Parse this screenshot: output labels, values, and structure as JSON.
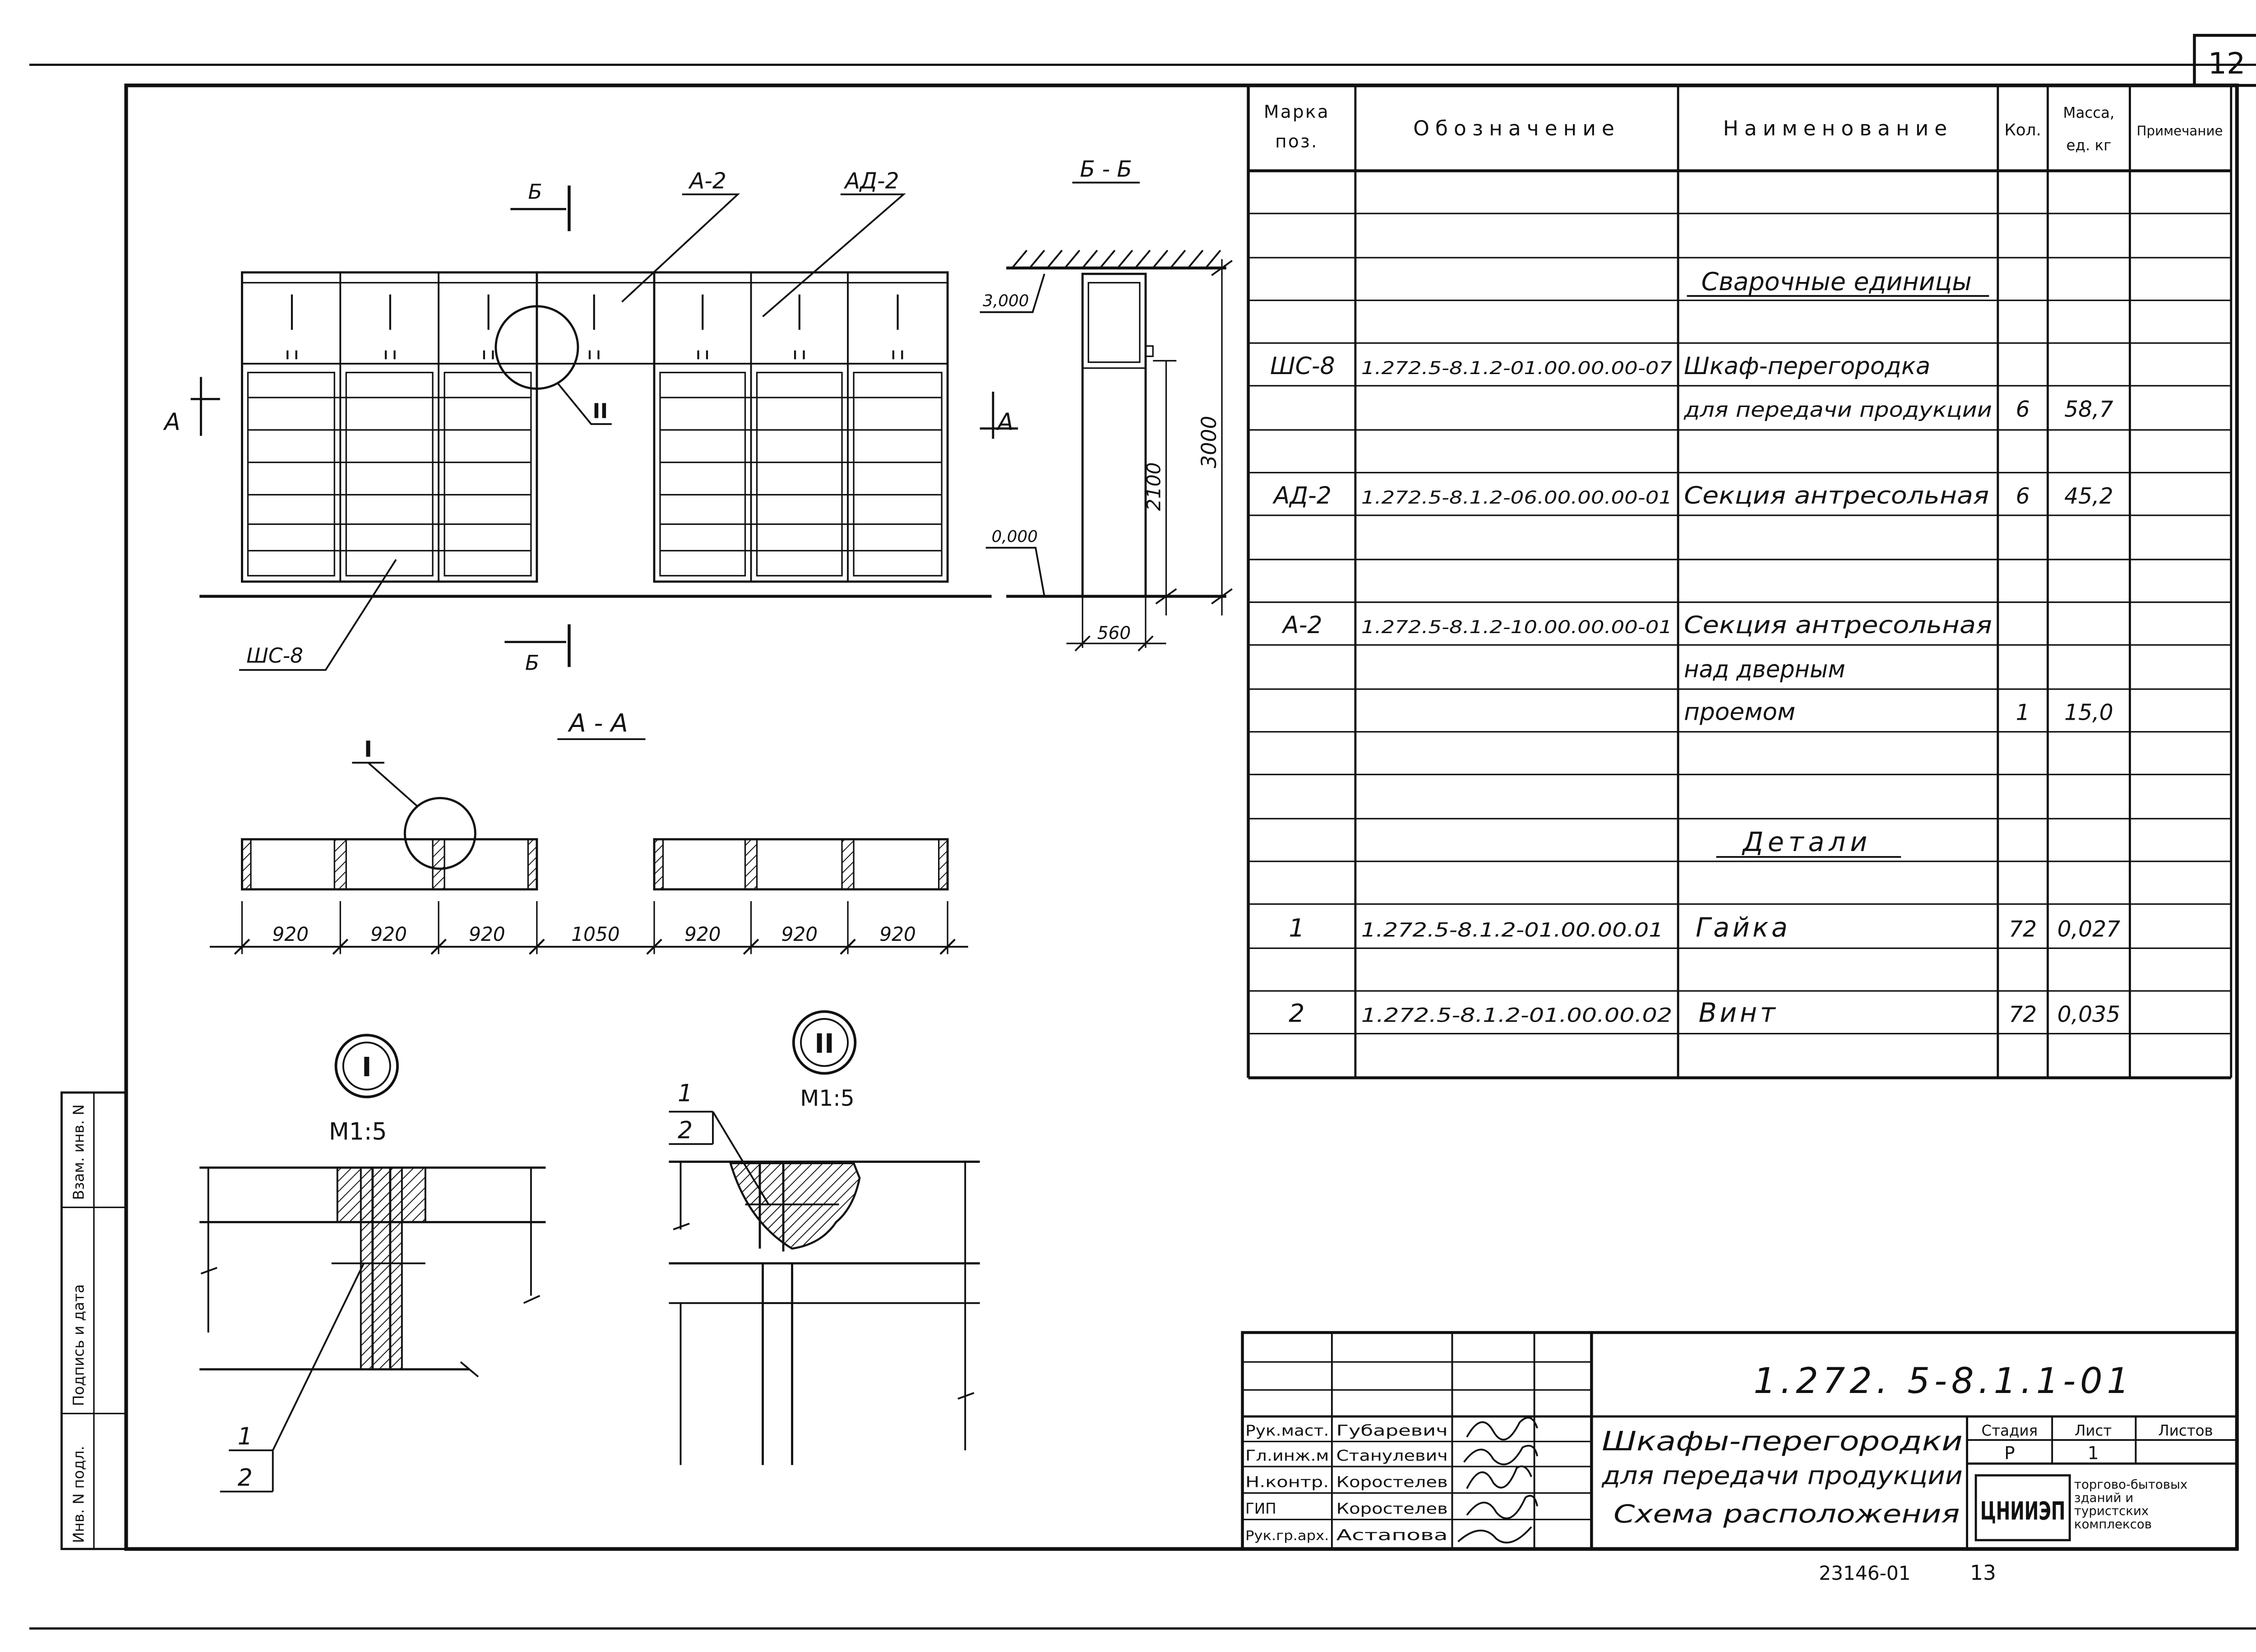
{
  "sheet_number": "12",
  "spec_table": {
    "headers": {
      "mark_l1": "Марка",
      "mark_l2": "поз.",
      "designation": "Обозначение",
      "name": "Наименование",
      "qty": "Кол.",
      "mass_l1": "Масса,",
      "mass_l2": "ед. кг",
      "note": "Примечание"
    },
    "section_welded": "Сварочные единицы",
    "section_details": "Детали",
    "rows": [
      {
        "mark": "ШС-8",
        "designation": "1.272.5-8.1.2-01.00.00.00-07",
        "name": [
          "Шкаф-перегородка",
          "для передачи продукции"
        ],
        "qty": "6",
        "mass": "58,7"
      },
      {
        "mark": "АД-2",
        "designation": "1.272.5-8.1.2-06.00.00.00-01",
        "name": [
          "Секция антресольная"
        ],
        "qty": "6",
        "mass": "45,2"
      },
      {
        "mark": "А-2",
        "designation": "1.272.5-8.1.2-10.00.00.00-01",
        "name": [
          "Секция антресольная",
          "над дверным",
          "проемом"
        ],
        "qty": "1",
        "mass": "15,0"
      },
      {
        "mark": "1",
        "designation": "1.272.5-8.1.2-01.00.00.01",
        "name": [
          "Гайка"
        ],
        "qty": "72",
        "mass": "0,027"
      },
      {
        "mark": "2",
        "designation": "1.272.5-8.1.2-01.00.00.02",
        "name": [
          "Винт"
        ],
        "qty": "72",
        "mass": "0,035"
      }
    ]
  },
  "drawing": {
    "elevation": {
      "callout_a2": "А-2",
      "callout_ad2": "АД-2",
      "callout_shc8": "ШС-8",
      "cut_b": "Б",
      "cut_a": "А",
      "node_ii": "II"
    },
    "section_bb": {
      "title": "Б - Б",
      "level_top": "3,000",
      "level_zero": "0,000",
      "dim_2100": "2100",
      "dim_3000": "3000",
      "dim_560": "560"
    },
    "section_aa": {
      "title": "А - А",
      "node_i": "I",
      "dims": [
        "920",
        "920",
        "920",
        "1050",
        "920",
        "920",
        "920"
      ]
    },
    "detail_i": {
      "label": "I",
      "scale": "М1:5",
      "leader_1": "1",
      "leader_2": "2"
    },
    "detail_ii": {
      "label": "II",
      "scale": "М1:5",
      "leader_1": "1",
      "leader_2": "2"
    }
  },
  "left_strip": [
    "Инв. N подл.",
    "Подпись и дата",
    "Взам. инв. N"
  ],
  "title_block": {
    "code": "1.272. 5-8.1.1-01",
    "signers": [
      {
        "role": "Рук.маст.",
        "name": "Губаревич"
      },
      {
        "role": "Гл.инж.м",
        "name": "Станулевич"
      },
      {
        "role": "Н.контр.",
        "name": "Коростелев"
      },
      {
        "role": "ГИП",
        "name": "Коростелев"
      },
      {
        "role": "Рук.гр.арх.",
        "name": "Астапова"
      }
    ],
    "title_l1": "Шкафы-перегородки",
    "title_l2": "для передачи продукции",
    "title_l3": "Схема расположения",
    "stage_label": "Стадия",
    "sheet_label": "Лист",
    "sheets_label": "Листов",
    "stage": "Р",
    "sheet": "1",
    "org_logo": "ЦНИИЭП",
    "org_l1": "торгово-бытовых",
    "org_l2": "зданий и",
    "org_l3": "туристских",
    "org_l4": "комплексов"
  },
  "footer": {
    "archive_no": "23146-01",
    "page": "13"
  }
}
